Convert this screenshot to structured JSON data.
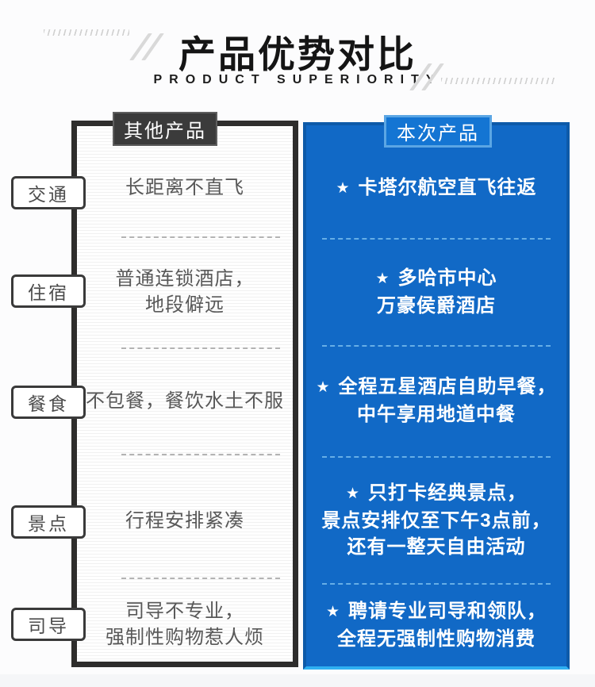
{
  "header": {
    "title": "产品优势对比",
    "subtitle": "PRODUCT SUPERIORITY"
  },
  "columns": {
    "other": "其他产品",
    "current": "本次产品"
  },
  "categories": [
    "交通",
    "住宿",
    "餐食",
    "景点",
    "司导"
  ],
  "comparison": {
    "other_rows": [
      {
        "lines": [
          "长距离不直飞"
        ]
      },
      {
        "lines": [
          "普通连锁酒店，",
          "地段僻远"
        ]
      },
      {
        "lines": [
          "不包餐，餐饮水土不服"
        ]
      },
      {
        "lines": [
          "行程安排紧凑"
        ]
      },
      {
        "lines": [
          "司导不专业，",
          "强制性购物惹人烦"
        ]
      }
    ],
    "current_rows": [
      {
        "lines": [
          "卡塔尔航空直飞往返"
        ]
      },
      {
        "lines": [
          "多哈市中心",
          "万豪侯爵酒店"
        ]
      },
      {
        "lines": [
          "全程五星酒店自助早餐，",
          "中午享用地道中餐"
        ]
      },
      {
        "lines": [
          "只打卡经典景点，",
          "景点安排仅至下午3点前，",
          "还有一整天自由活动"
        ]
      },
      {
        "lines": [
          "聘请专业司导和领队，",
          "全程无强制性购物消费"
        ]
      }
    ]
  },
  "icons": {
    "star": "★"
  },
  "colors": {
    "accent_blue": "#1169c6",
    "blue_border": "#0d5aa9",
    "blue_glow": "#2fb0f2",
    "tab_blue": "#1475d3",
    "tab_dark": "#3b3b3b",
    "panel_border_dark": "#2e2d2c",
    "text_gray": "#585858",
    "dash_gray": "#b3b3b3",
    "dash_blue": "#66aee6"
  }
}
